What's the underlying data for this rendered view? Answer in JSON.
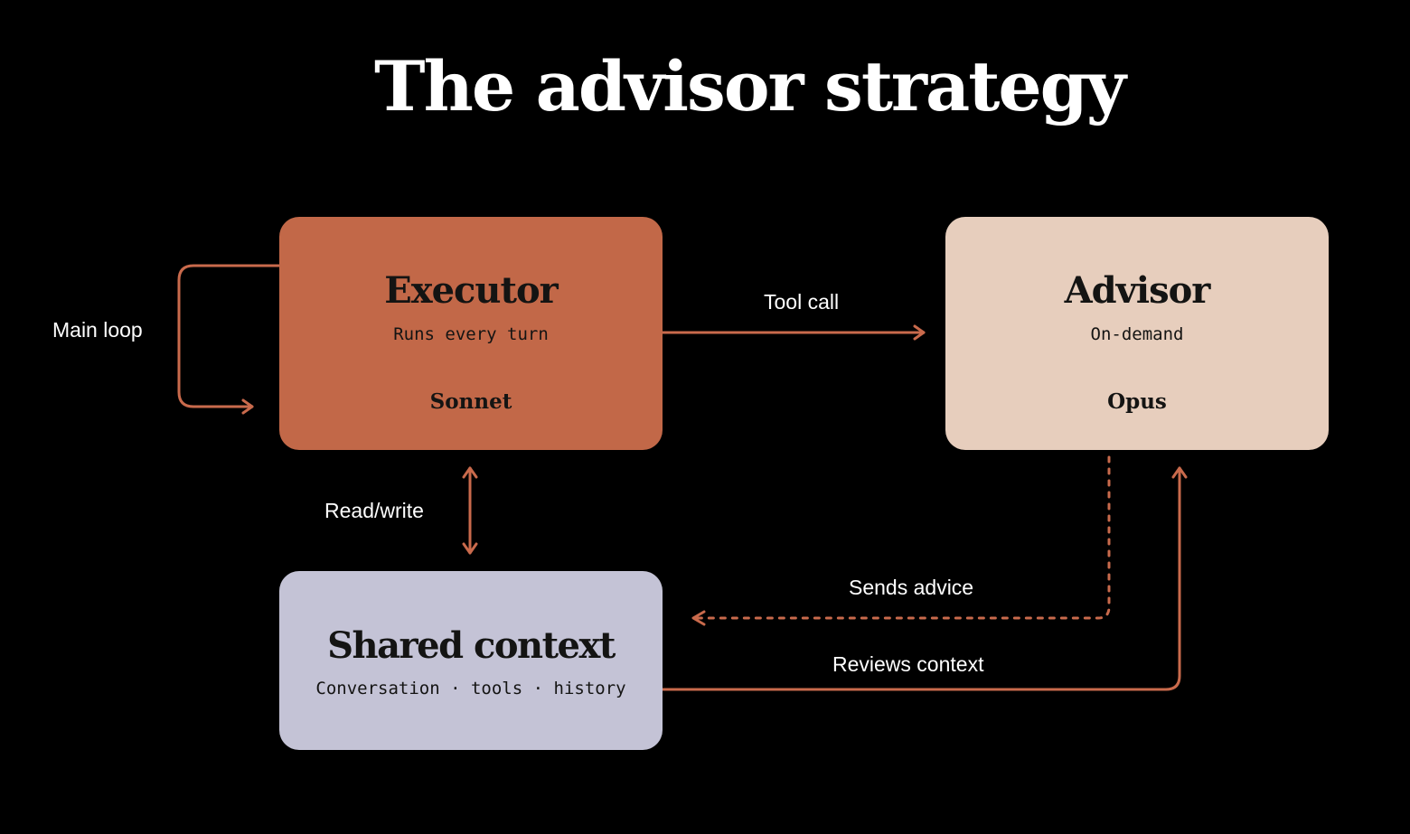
{
  "title": "The advisor strategy",
  "colors": {
    "background": "#000000",
    "executor_fill": "#c26848",
    "advisor_fill": "#e7cebd",
    "shared_fill": "#c4c3d6",
    "arrow": "#c96a4c",
    "text_dark": "#141413",
    "text_light": "#ffffff"
  },
  "nodes": {
    "executor": {
      "name": "Executor",
      "subtitle": "Runs every turn",
      "model": "Sonnet"
    },
    "advisor": {
      "name": "Advisor",
      "subtitle": "On-demand",
      "model": "Opus"
    },
    "shared": {
      "name": "Shared context",
      "subtitle": "Conversation · tools · history"
    }
  },
  "edges": {
    "main_loop": {
      "label": "Main loop",
      "from": "executor",
      "to": "executor",
      "style": "solid"
    },
    "tool_call": {
      "label": "Tool call",
      "from": "executor",
      "to": "advisor",
      "style": "solid"
    },
    "read_write": {
      "label": "Read/write",
      "from": "executor",
      "to": "shared",
      "style": "solid",
      "bidirectional": true
    },
    "sends_advice": {
      "label": "Sends advice",
      "from": "advisor",
      "to": "shared",
      "style": "dotted"
    },
    "reviews_context": {
      "label": "Reviews context",
      "from": "shared",
      "to": "advisor",
      "style": "solid"
    }
  }
}
